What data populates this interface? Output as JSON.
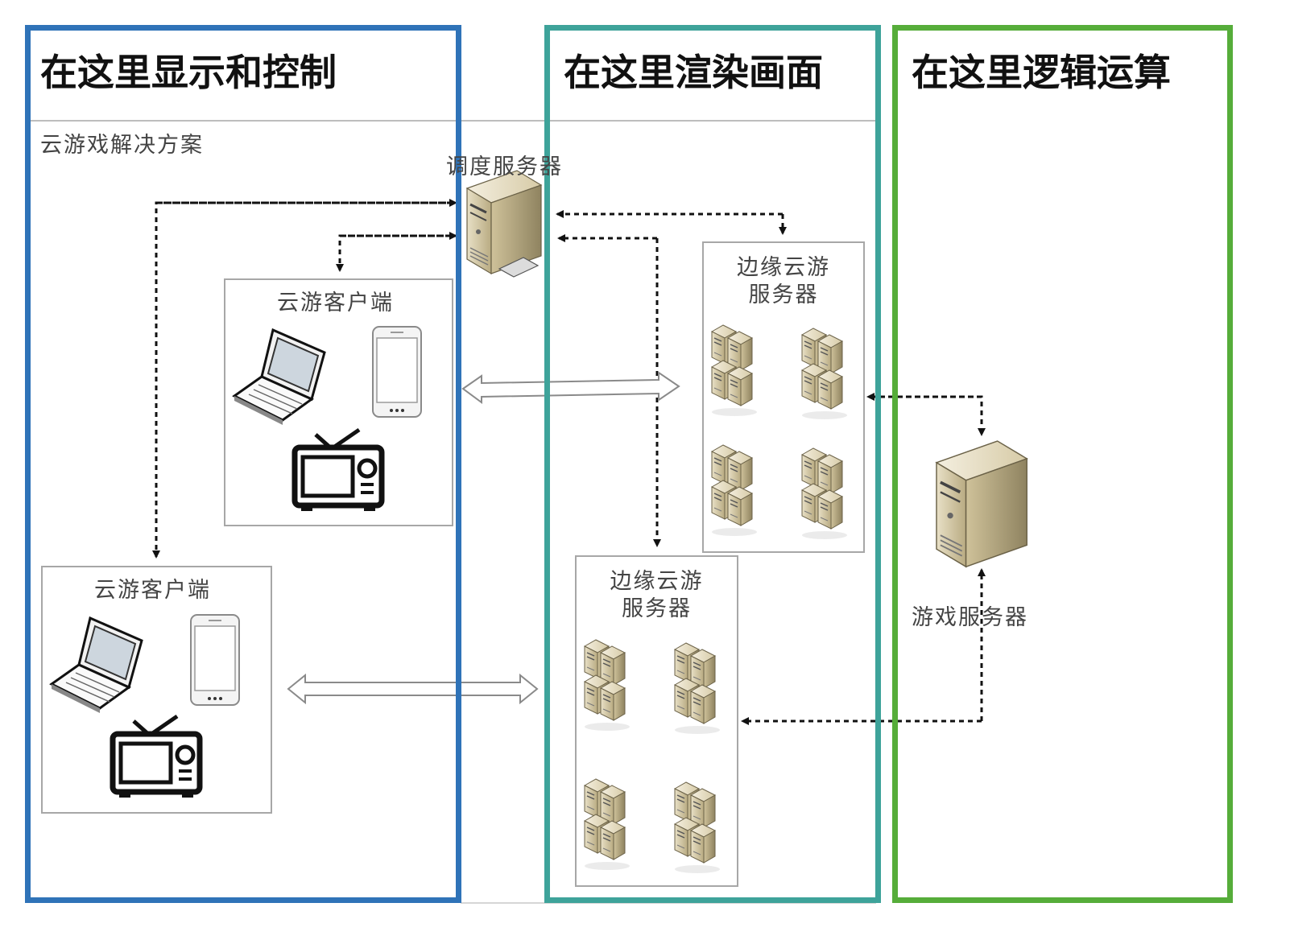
{
  "columns": {
    "display": {
      "title": "在这里显示和控制",
      "color": "#2f73b8"
    },
    "render": {
      "title": "在这里渲染画面",
      "color": "#3ea39a"
    },
    "logic": {
      "title": "在这里逻辑运算",
      "color": "#56ad3a"
    }
  },
  "diagram": {
    "heading": "云游戏解决方案",
    "dispatch_server": "调度服务器",
    "client_top": "云游客户端",
    "client_bottom": "云游客户端",
    "edge_server_top": [
      "边缘云游",
      "服务器"
    ],
    "edge_server_bottom": [
      "边缘云游",
      "服务器"
    ],
    "game_server": "游戏服务器"
  },
  "icons": {
    "client_devices": [
      "laptop-icon",
      "phone-icon",
      "tv-icon"
    ],
    "servers": [
      "tower-server-icon",
      "server-cluster-icon"
    ]
  }
}
